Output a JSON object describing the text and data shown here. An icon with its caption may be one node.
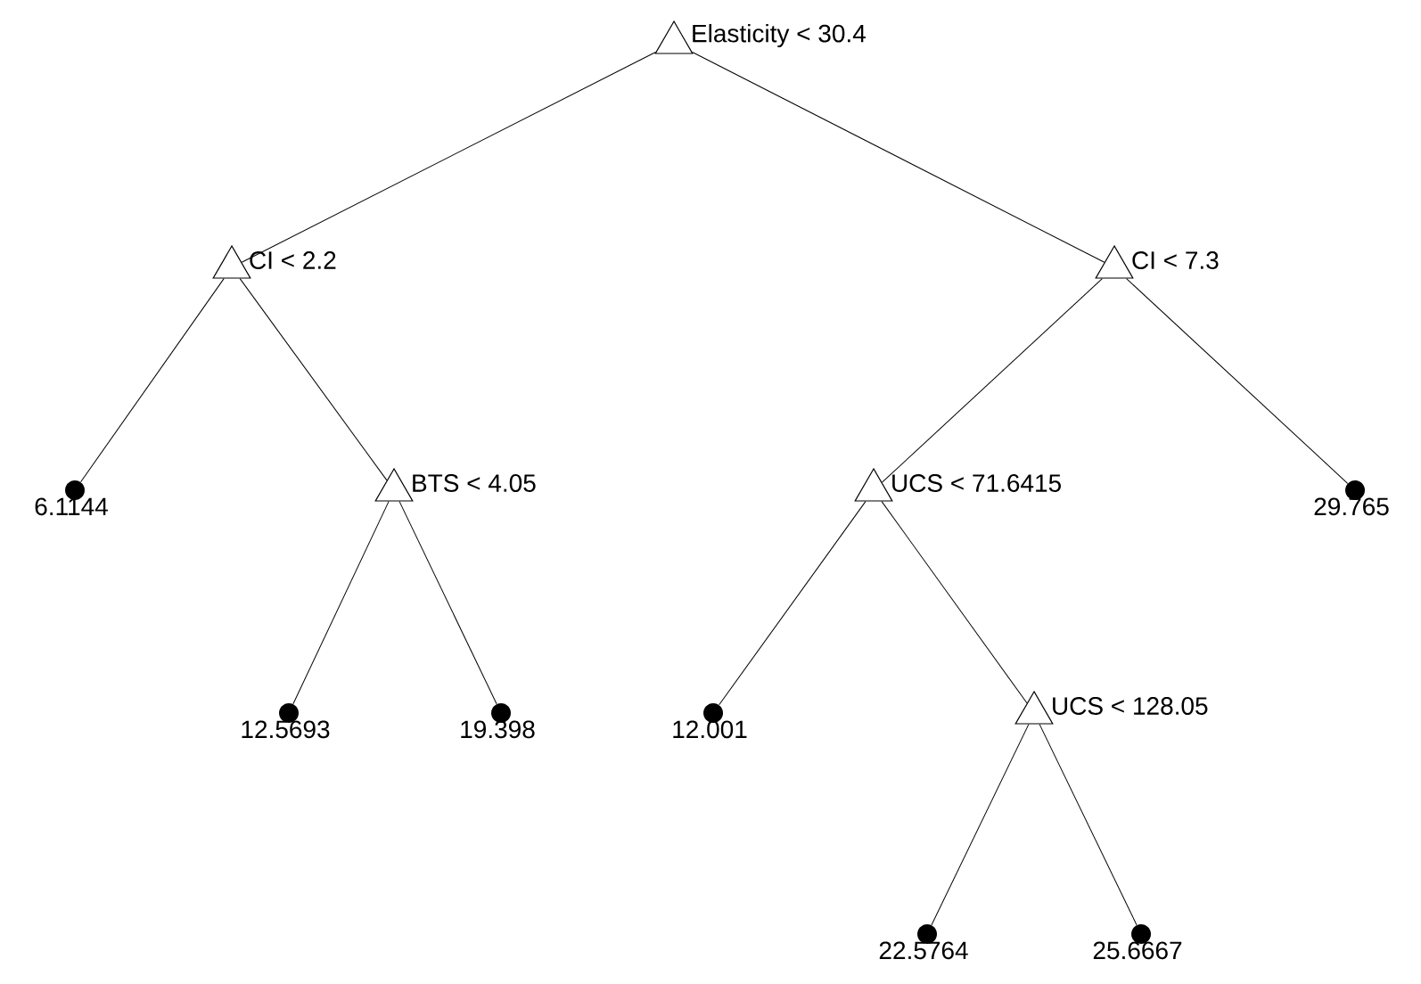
{
  "diagram": {
    "nodes": [
      {
        "text": [
          "Elasticity < 30.4"
        ]
      },
      {
        "text": [
          "CI < 2.2"
        ]
      },
      {
        "text": [
          "CI < 7.3"
        ]
      },
      {
        "text": [
          "6.1144"
        ]
      },
      {
        "text": [
          "BTS < 4.05"
        ]
      },
      {
        "text": [
          "UCS < 71.6415"
        ]
      },
      {
        "text": [
          "29.765"
        ]
      },
      {
        "text": [
          "12.5693"
        ]
      },
      {
        "text": [
          "19.398"
        ]
      },
      {
        "text": [
          "12.001"
        ]
      },
      {
        "text": [
          "UCS < 128.05"
        ]
      },
      {
        "text": [
          "22.5764"
        ]
      },
      {
        "text": [
          "25.6667"
        ]
      }
    ],
    "edges": [
      {
        "from": 0,
        "to": 1,
        "arrow": "none"
      },
      {
        "from": 0,
        "to": 2,
        "arrow": "none"
      },
      {
        "from": 1,
        "to": 3,
        "arrow": "none"
      },
      {
        "from": 1,
        "to": 4,
        "arrow": "none"
      },
      {
        "from": 2,
        "to": 5,
        "arrow": "none"
      },
      {
        "from": 2,
        "to": 6,
        "arrow": "none"
      },
      {
        "from": 4,
        "to": 7,
        "arrow": "none"
      },
      {
        "from": 4,
        "to": 8,
        "arrow": "none"
      },
      {
        "from": 5,
        "to": 9,
        "arrow": "none"
      },
      {
        "from": 5,
        "to": 10,
        "arrow": "none"
      },
      {
        "from": 10,
        "to": 11,
        "arrow": "none"
      },
      {
        "from": 10,
        "to": 12,
        "arrow": "none"
      }
    ]
  }
}
